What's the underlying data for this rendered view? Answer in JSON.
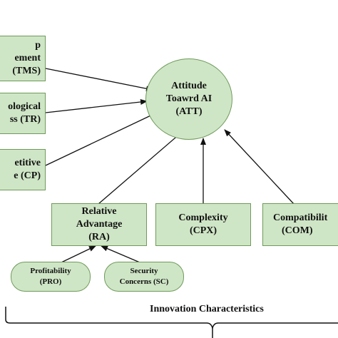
{
  "nodes": {
    "tms": [
      "p",
      "ement",
      "(TMS)"
    ],
    "tr": [
      "ological",
      "ss (TR)"
    ],
    "cp": [
      "etitive",
      "e (CP)"
    ],
    "att": [
      "Attitude",
      "Toawrd AI",
      "(ATT)"
    ],
    "ra": [
      "Relative",
      "Advantage",
      "(RA)"
    ],
    "cpx": [
      "Complexity",
      "(CPX)"
    ],
    "com": [
      "Compatibilit",
      "(COM)"
    ],
    "pro": [
      "Profitability",
      "(PRO)"
    ],
    "sc": [
      "Security",
      "Concerns (SC)"
    ]
  },
  "group_label": "Innovation Characteristics",
  "colors": {
    "node_fill": "#cfe6c6",
    "node_border": "#6f9a5a",
    "arrow": "#111111"
  }
}
